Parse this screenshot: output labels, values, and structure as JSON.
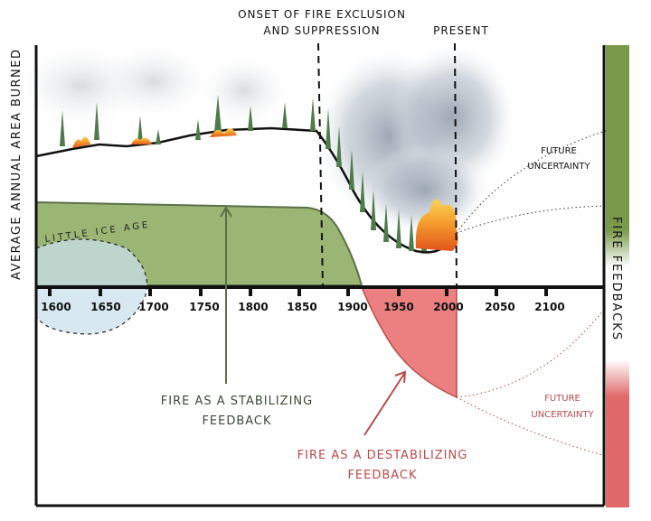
{
  "title": {
    "onset_line1": "ONSET OF FIRE EXCLUSION",
    "onset_line2": "AND SUPPRESSION",
    "present": "PRESENT"
  },
  "axes": {
    "ylabel": "AVERAGE ANNUAL AREA BURNED",
    "x_ticks": [
      "1600",
      "1650",
      "1700",
      "1750",
      "1800",
      "1850",
      "1900",
      "1950",
      "2000",
      "2050",
      "2100"
    ]
  },
  "sidebar": {
    "label": "FIRE FEEDBACKS",
    "top_color": "#7a9a4a",
    "bottom_color": "#e06a6a"
  },
  "annotations": {
    "little_ice_age": "LITTLE ICE AGE",
    "stabilizing_line1": "FIRE AS A STABILIZING",
    "stabilizing_line2": "FEEDBACK",
    "destabilizing_line1": "FIRE AS A DESTABILIZING",
    "destabilizing_line2": "FEEDBACK",
    "future_upper_line1": "FUTURE",
    "future_upper_line2": "UNCERTAINTY",
    "future_lower_line1": "FUTURE",
    "future_lower_line2": "UNCERTAINTY"
  },
  "colors": {
    "stabilizing_fill": "#9bb574",
    "stabilizing_stroke": "#5a7148",
    "destabilizing_fill": "#ec8080",
    "destabilizing_stroke": "#b94a4a",
    "ice_age_fill": "#c9e0ec",
    "tree": "#4f7a4a",
    "flame": "#f39a2a",
    "smoke": "#b9c2cc"
  }
}
